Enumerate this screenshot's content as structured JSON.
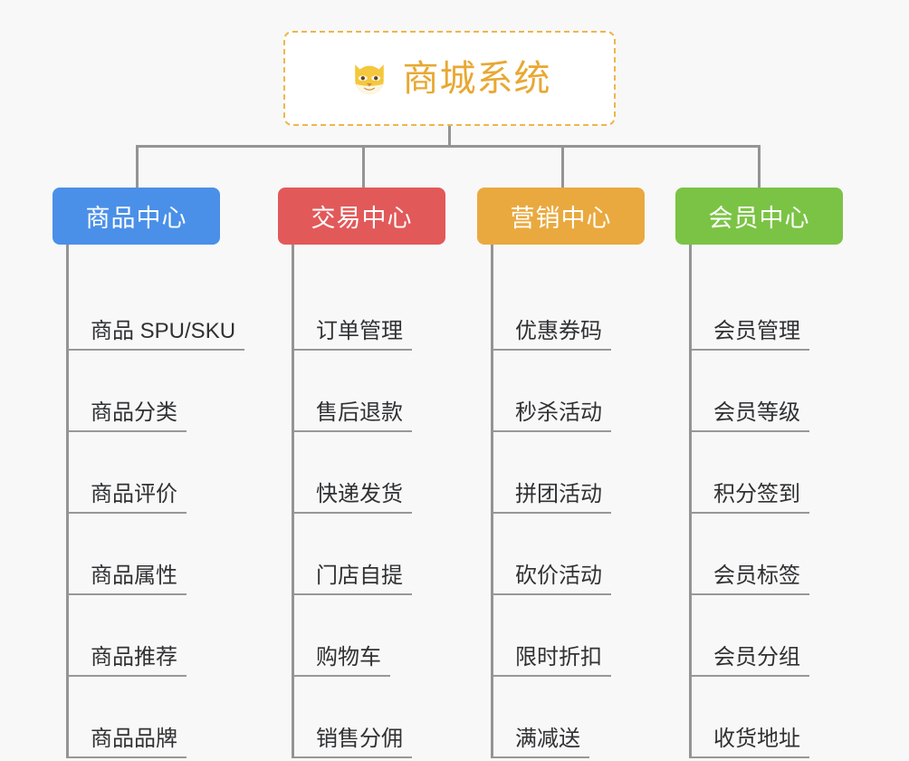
{
  "root": {
    "title": "商城系统",
    "icon": "shiba-dog-face-icon",
    "border_color": "#eeb64c",
    "text_color": "#e8a833",
    "background": "#ffffff"
  },
  "canvas": {
    "background": "#f8f8f8",
    "connector_color": "#949494"
  },
  "categories": [
    {
      "label": "商品中心",
      "color": "#4a90e8",
      "items": [
        "商品 SPU/SKU",
        "商品分类",
        "商品评价",
        "商品属性",
        "商品推荐",
        "商品品牌"
      ]
    },
    {
      "label": "交易中心",
      "color": "#e2595a",
      "items": [
        "订单管理",
        "售后退款",
        "快递发货",
        "门店自提",
        "购物车",
        "销售分佣"
      ]
    },
    {
      "label": "营销中心",
      "color": "#eaa93f",
      "items": [
        "优惠券码",
        "秒杀活动",
        "拼团活动",
        "砍价活动",
        "限时折扣",
        "满减送"
      ]
    },
    {
      "label": "会员中心",
      "color": "#7bc345",
      "items": [
        "会员管理",
        "会员等级",
        "积分签到",
        "会员标签",
        "会员分组",
        "收货地址"
      ]
    }
  ]
}
